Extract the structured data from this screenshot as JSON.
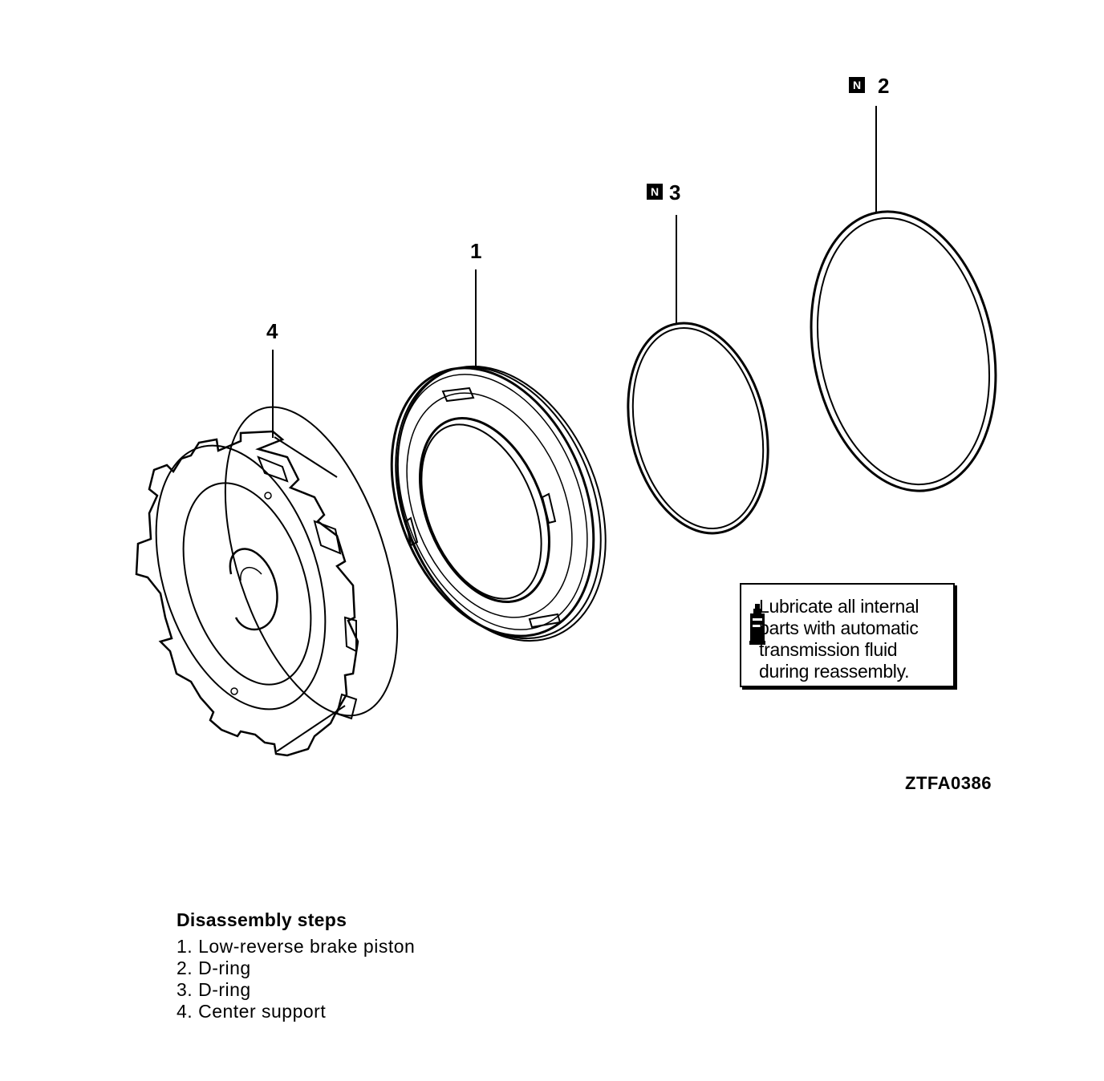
{
  "callouts": {
    "part1": "1",
    "part2": "2",
    "part3": "3",
    "part4": "4",
    "n_badge": "N"
  },
  "note": {
    "line1": "Lubricate all internal",
    "line2": "parts with automatic",
    "line3": "transmission fluid",
    "line4": "during reassembly.",
    "icon": "oil-bottle-icon"
  },
  "figure_code": "ZTFA0386",
  "steps": {
    "title": "Disassembly steps",
    "items": [
      {
        "num": "1.",
        "label": "Low-reverse brake piston"
      },
      {
        "num": "2.",
        "label": "D-ring"
      },
      {
        "num": "3.",
        "label": "D-ring"
      },
      {
        "num": "4.",
        "label": "Center support"
      }
    ]
  }
}
